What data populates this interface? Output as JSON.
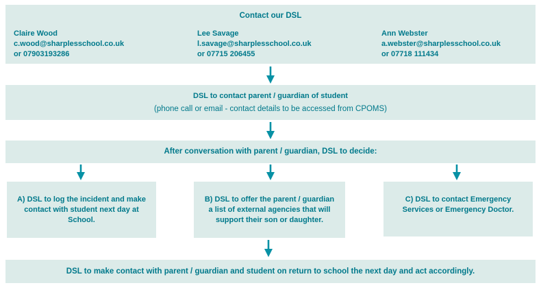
{
  "colors": {
    "box_bg": "#dcebe9",
    "text": "#00798b",
    "arrow": "#0791a5",
    "page_bg": "#ffffff"
  },
  "header": {
    "title": "Contact our DSL"
  },
  "contacts": [
    {
      "name": "Claire Wood",
      "email": "c.wood@sharplesschool.co.uk",
      "phone": "or 07903193286"
    },
    {
      "name": "Lee Savage",
      "email": "l.savage@sharplesschool.co.uk",
      "phone": "or 07715 206455"
    },
    {
      "name": "Ann Webster",
      "email": "a.webster@sharplesschool.co.uk",
      "phone": "or 07718 111434"
    }
  ],
  "steps": {
    "contact_parent": {
      "title": "DSL to contact parent / guardian of student",
      "subtitle": "(phone call or email - contact details to be accessed from CPOMS)"
    },
    "decide": "After conversation with parent / guardian, DSL to decide:",
    "options": [
      {
        "label": "A) DSL to log the incident and make contact with student next day at School."
      },
      {
        "label": "B) DSL to offer the parent / guardian a list of external agencies that will support their son or daughter."
      },
      {
        "label": "C) DSL to contact Emergency Services or Emergency Doctor."
      }
    ],
    "final": "DSL to make contact with parent / guardian and student on return to school the next day and act accordingly."
  }
}
